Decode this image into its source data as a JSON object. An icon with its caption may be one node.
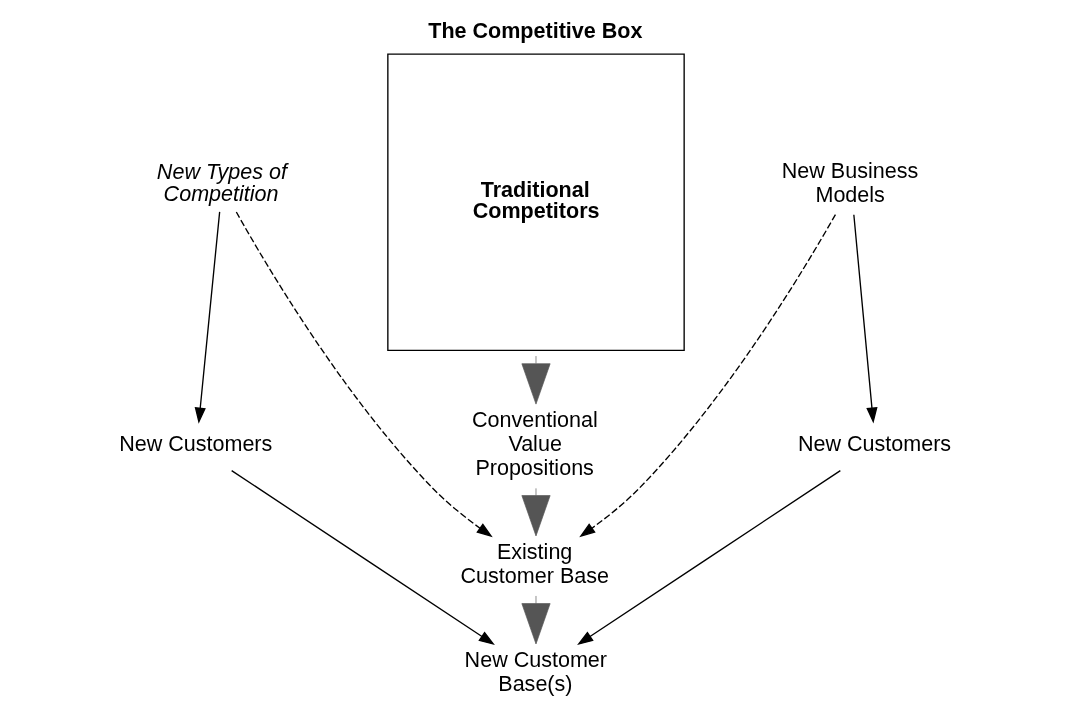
{
  "diagram": {
    "nodes": [
      {
        "text": [
          "The Competitive Box",
          "Traditional Competitors"
        ]
      },
      {
        "text": [
          "New Types of Competition"
        ]
      },
      {
        "text": [
          "New Business Models"
        ]
      },
      {
        "text": [
          "New Customers"
        ]
      },
      {
        "text": [
          "New Customers"
        ]
      },
      {
        "text": [
          "Conventional Value Propositions"
        ]
      },
      {
        "text": [
          "Existing Customer Base"
        ]
      },
      {
        "text": [
          "New Customer Base(s)"
        ]
      }
    ],
    "edges": [
      {
        "from": 1,
        "to": 3,
        "arrow": "to"
      },
      {
        "from": 1,
        "to": 6,
        "arrow": "to",
        "style": "dashed"
      },
      {
        "from": 2,
        "to": 4,
        "arrow": "to"
      },
      {
        "from": 2,
        "to": 6,
        "arrow": "to",
        "style": "dashed"
      },
      {
        "from": 0,
        "to": 5,
        "arrow": "to",
        "color": "#555555"
      },
      {
        "from": 5,
        "to": 6,
        "arrow": "to",
        "color": "#555555"
      },
      {
        "from": 6,
        "to": 7,
        "arrow": "to",
        "color": "#555555"
      },
      {
        "from": 3,
        "to": 7,
        "arrow": "to"
      },
      {
        "from": 4,
        "to": 7,
        "arrow": "to"
      }
    ]
  }
}
